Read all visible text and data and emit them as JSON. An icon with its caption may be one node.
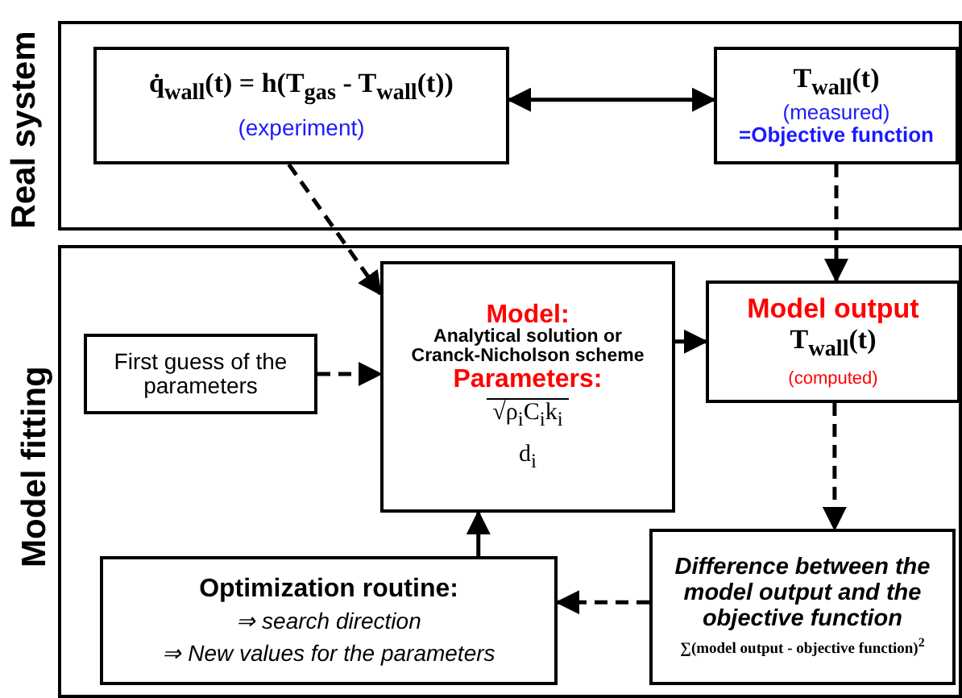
{
  "diagram": {
    "nodes": [
      {
        "text": [
          "Real system"
        ]
      },
      {
        "text": [
          "q̇$_{wall}$(t) = h(T$_{gas}$ - T$_{wall}$(t))",
          "(experiment)"
        ],
        "in": 0
      },
      {
        "text": [
          "T$_{wall}$(t)",
          "(measured)",
          "=Objective function"
        ],
        "in": 0
      },
      {
        "text": [
          "Model fitting"
        ]
      },
      {
        "text": [
          "First guess of the parameters"
        ],
        "in": 3
      },
      {
        "text": [
          "Model:",
          "Analytical solution or Cranck-Nicholson scheme",
          "Parameters:",
          "√ρ$_{i}$C$_{i}$k$_{i}$",
          "d$_{i}$"
        ],
        "in": 3
      },
      {
        "text": [
          "Model output",
          "T$_{wall}$(t)",
          "(computed)"
        ],
        "in": 3
      },
      {
        "text": [
          "Difference between the model output and the objective function",
          "∑(model output - objective function)$^{2}$"
        ],
        "in": 3
      },
      {
        "text": [
          "Optimization routine:",
          "⇒ search direction",
          "⇒ New values for the parameters"
        ],
        "in": 3
      }
    ],
    "edges": [
      {
        "from": 1,
        "to": 2,
        "arrow": "both"
      },
      {
        "from": 1,
        "to": 5,
        "arrow": "to",
        "style": "dashed"
      },
      {
        "from": 2,
        "to": 6,
        "arrow": "to",
        "style": "dashed"
      },
      {
        "from": 4,
        "to": 5,
        "arrow": "to",
        "style": "dashed"
      },
      {
        "from": 5,
        "to": 6,
        "arrow": "to"
      },
      {
        "from": 6,
        "to": 7,
        "arrow": "to",
        "style": "dashed"
      },
      {
        "from": 7,
        "to": 8,
        "arrow": "to",
        "style": "dashed"
      },
      {
        "from": 8,
        "to": 5,
        "arrow": "to"
      }
    ]
  }
}
